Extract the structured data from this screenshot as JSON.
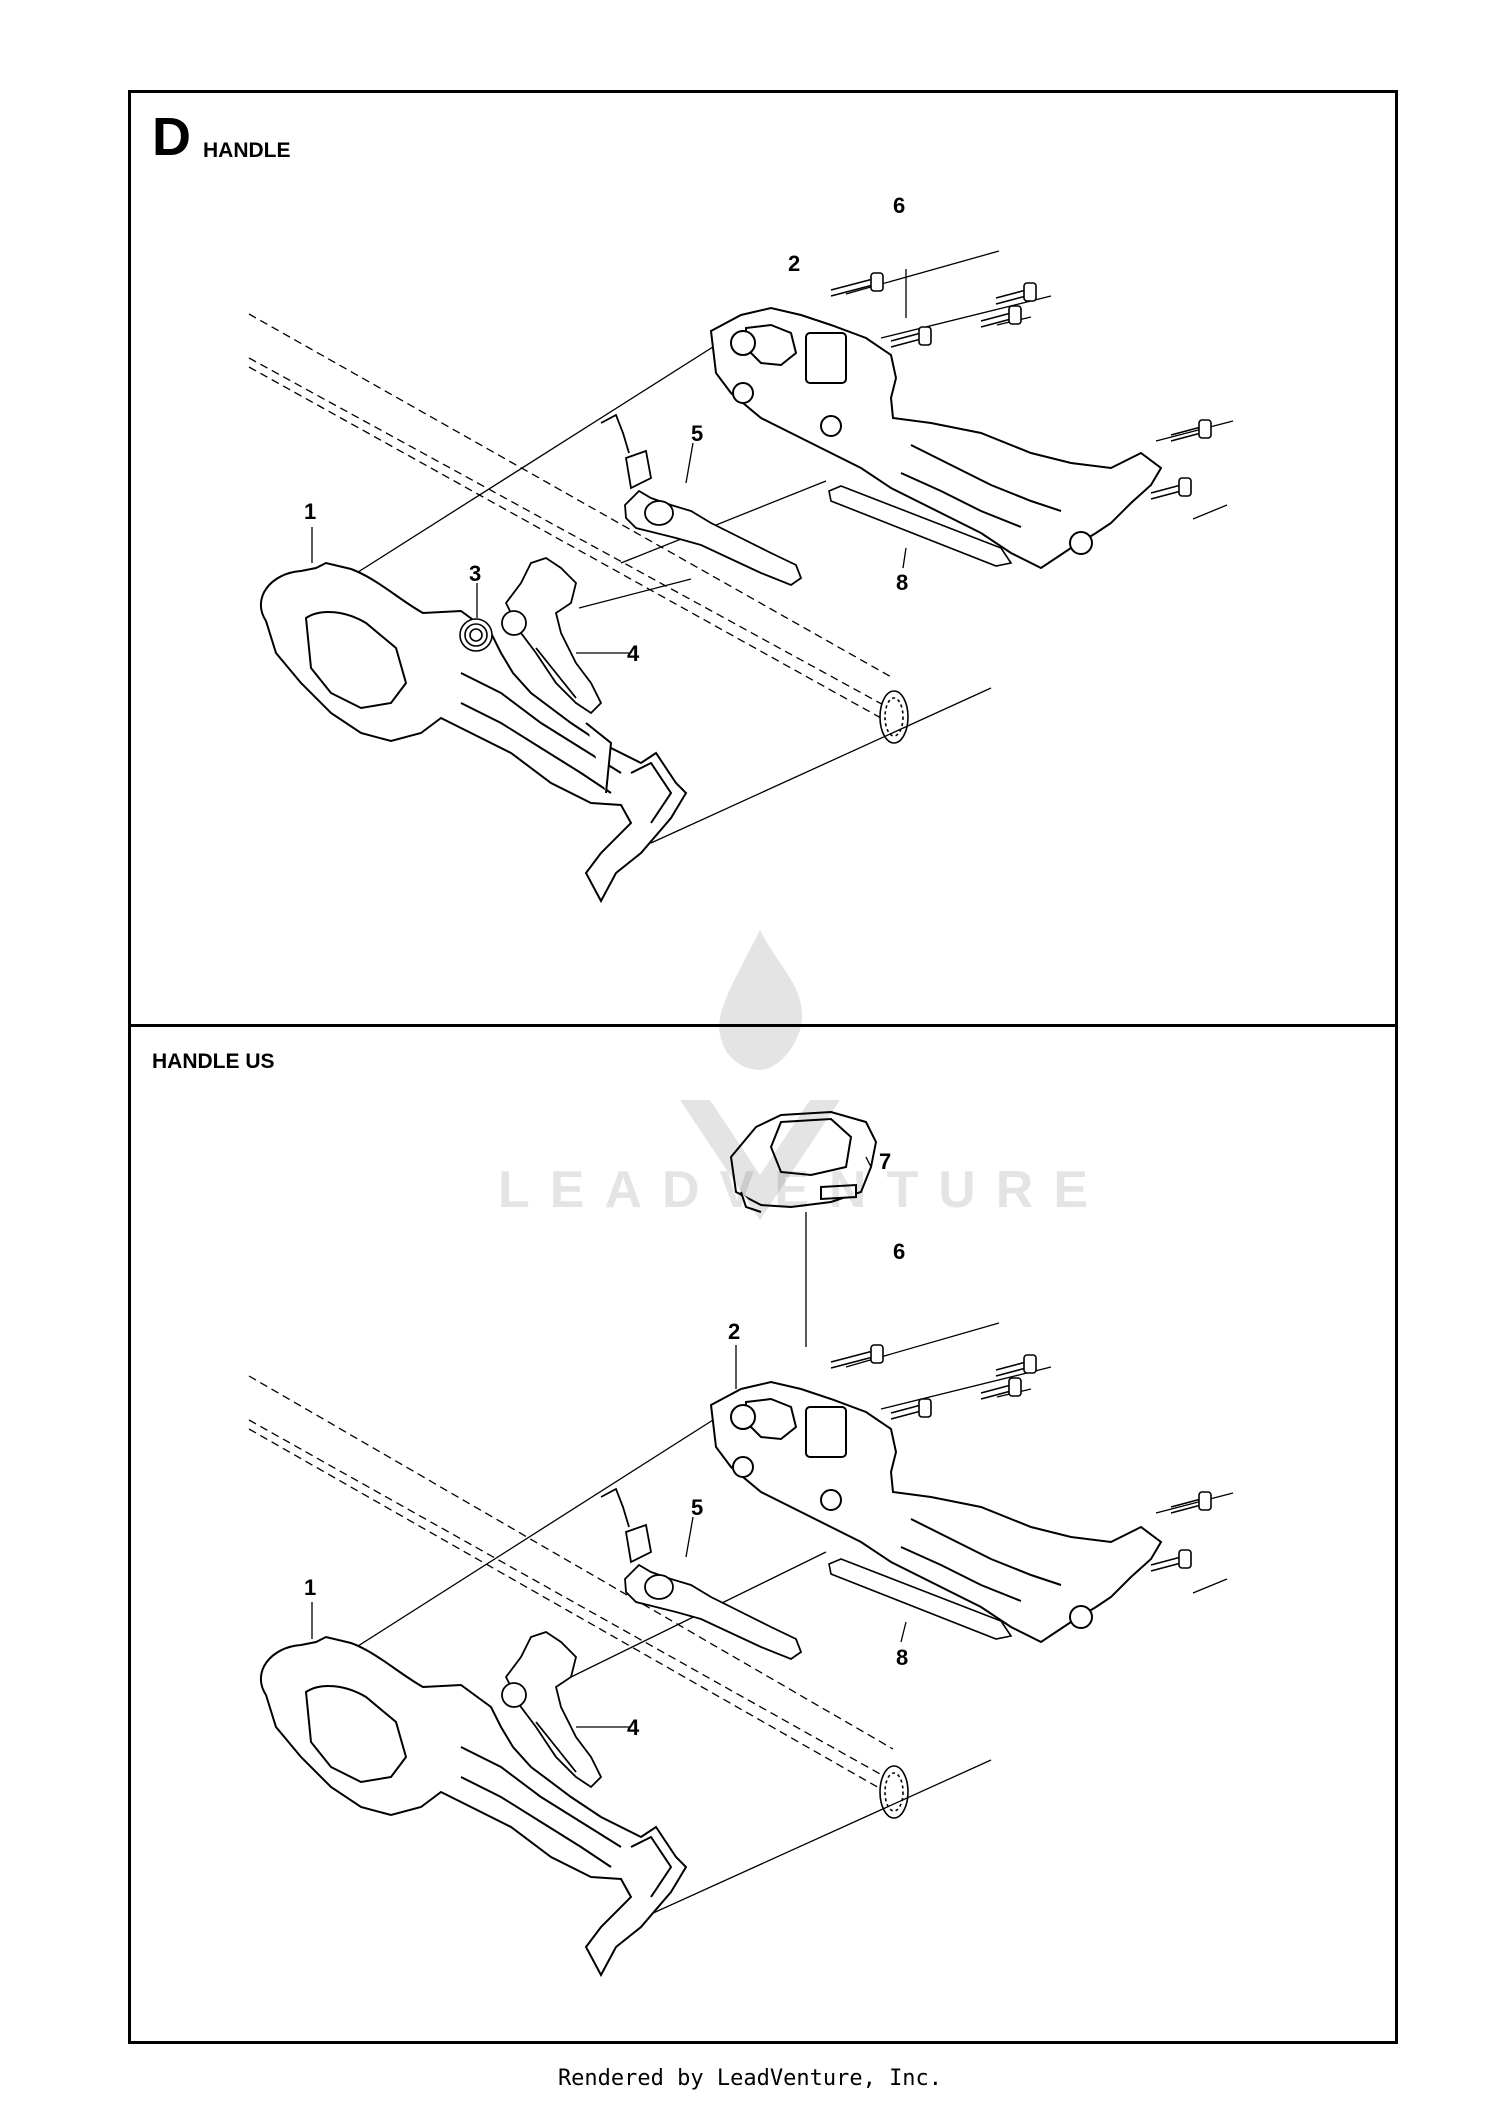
{
  "diagram": {
    "section_letter": "D",
    "top_panel": {
      "title": "HANDLE",
      "callouts": [
        "1",
        "2",
        "3",
        "4",
        "5",
        "6",
        "8"
      ]
    },
    "bottom_panel": {
      "title": "HANDLE US",
      "callouts": [
        "1",
        "2",
        "4",
        "5",
        "6",
        "7",
        "8"
      ]
    }
  },
  "watermark": {
    "text": "LEADVENTURE"
  },
  "footer": {
    "text": "Rendered by LeadVenture, Inc."
  }
}
